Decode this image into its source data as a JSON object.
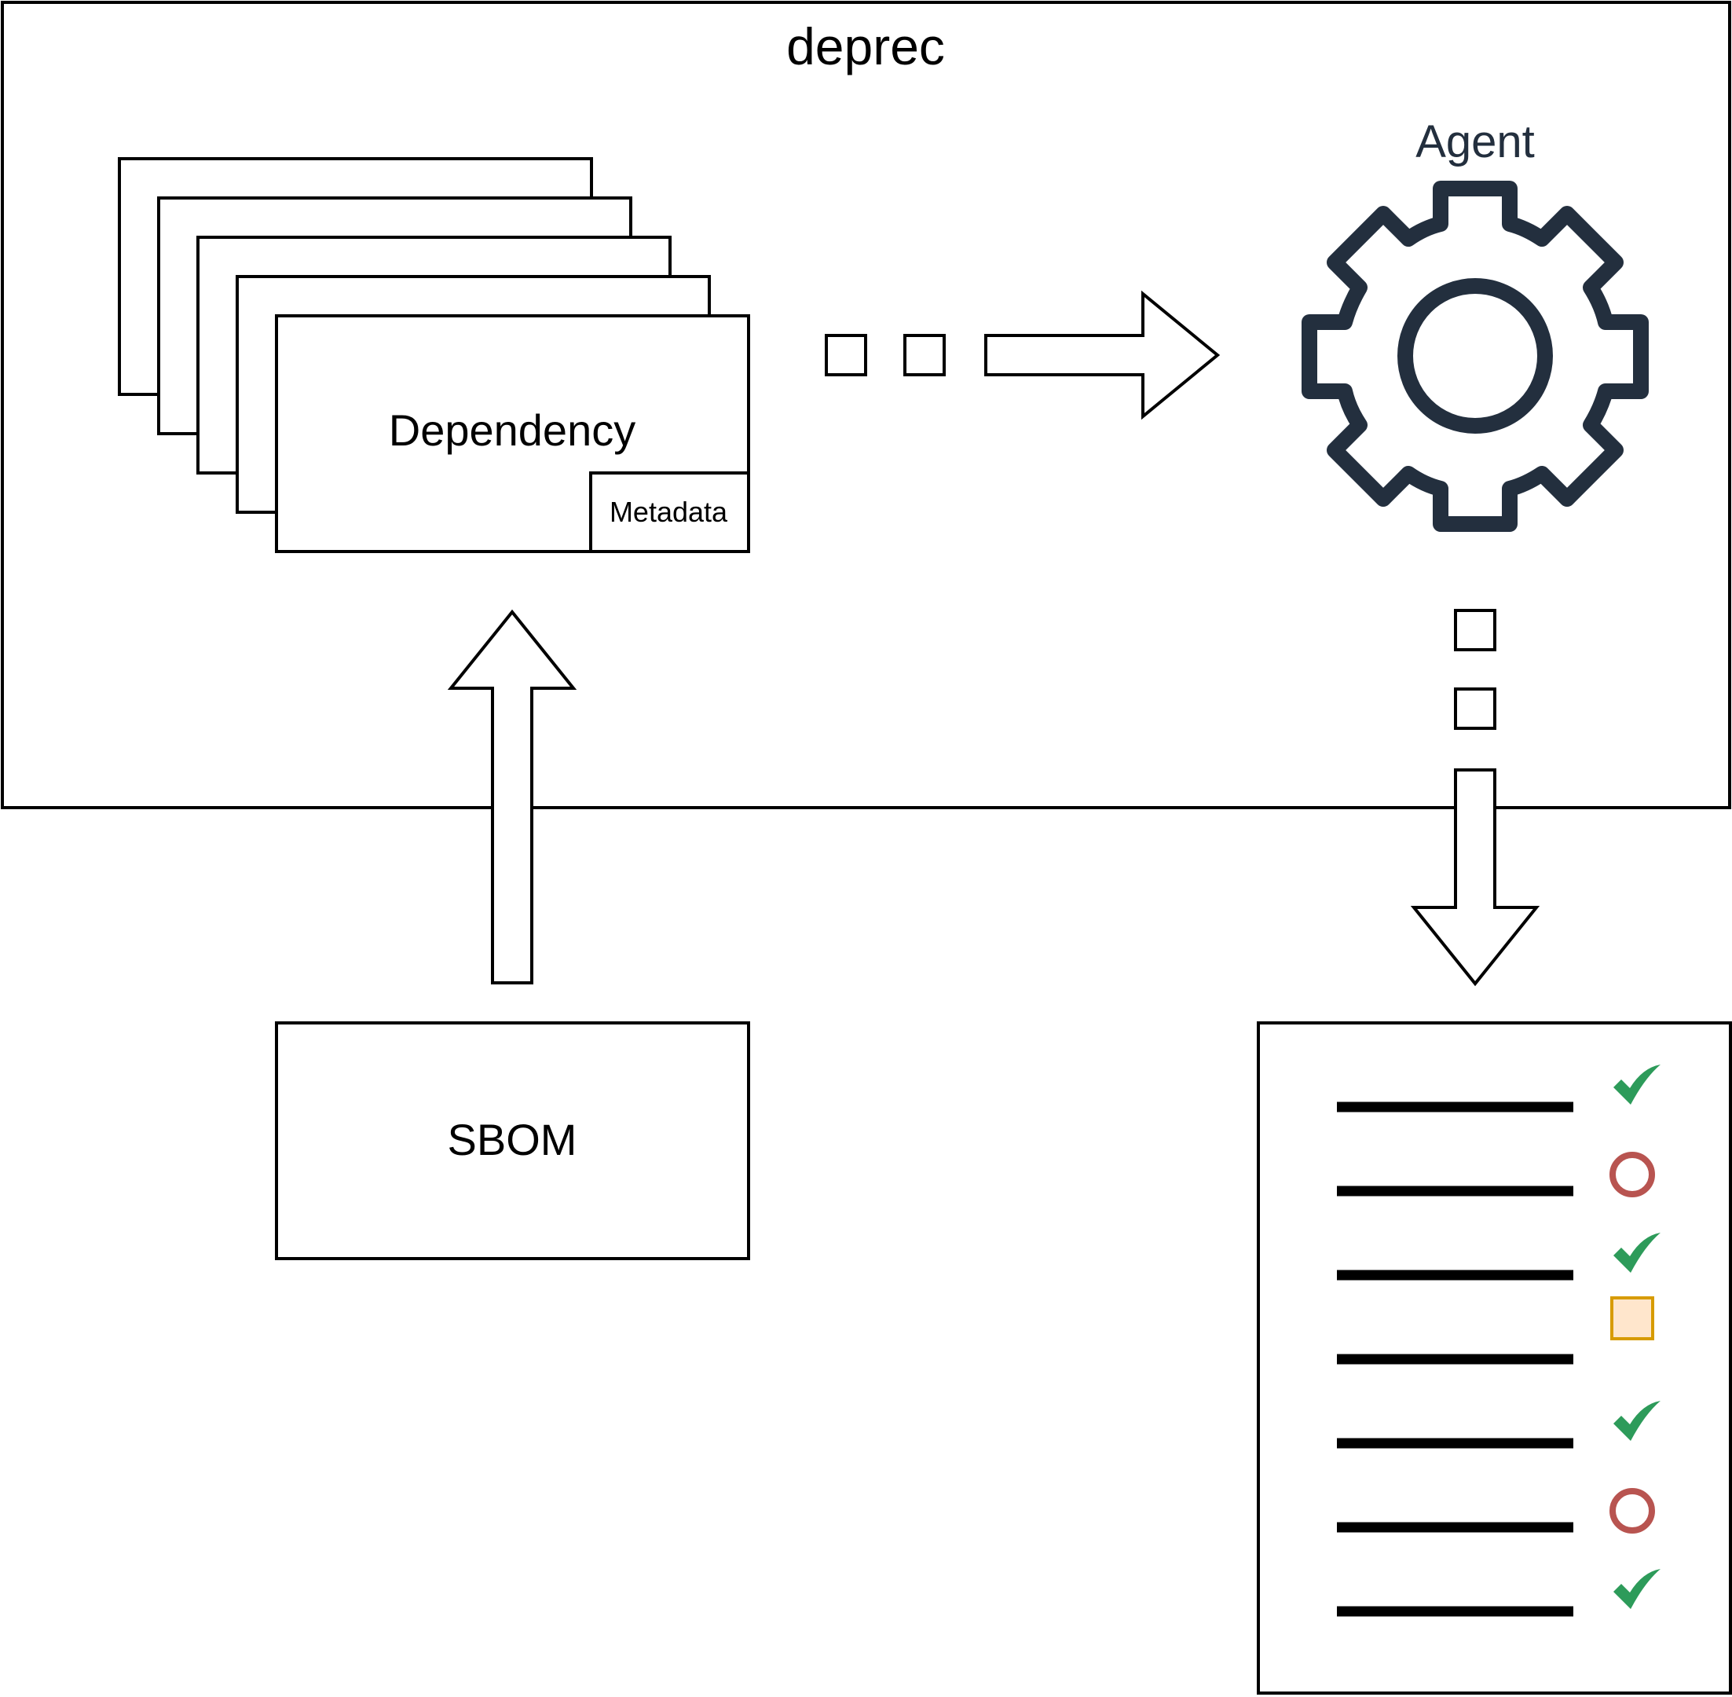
{
  "diagram": {
    "container_title": "deprec",
    "dependency_label": "Dependency",
    "metadata_label": "Metadata",
    "agent_label": "Agent",
    "sbom_label": "SBOM",
    "report": {
      "items": [
        {
          "status": "check"
        },
        {
          "status": "circle"
        },
        {
          "status": "check"
        },
        {
          "status": "square"
        },
        {
          "status": "check"
        },
        {
          "status": "circle"
        },
        {
          "status": "check"
        }
      ]
    },
    "colors": {
      "stroke": "#000000",
      "gear": "#232f3e",
      "agent_text": "#232f3e",
      "check": "#2d9b5a",
      "circle": "#b85450",
      "square_fill": "#ffe6cc",
      "square_stroke": "#d79b00"
    }
  }
}
